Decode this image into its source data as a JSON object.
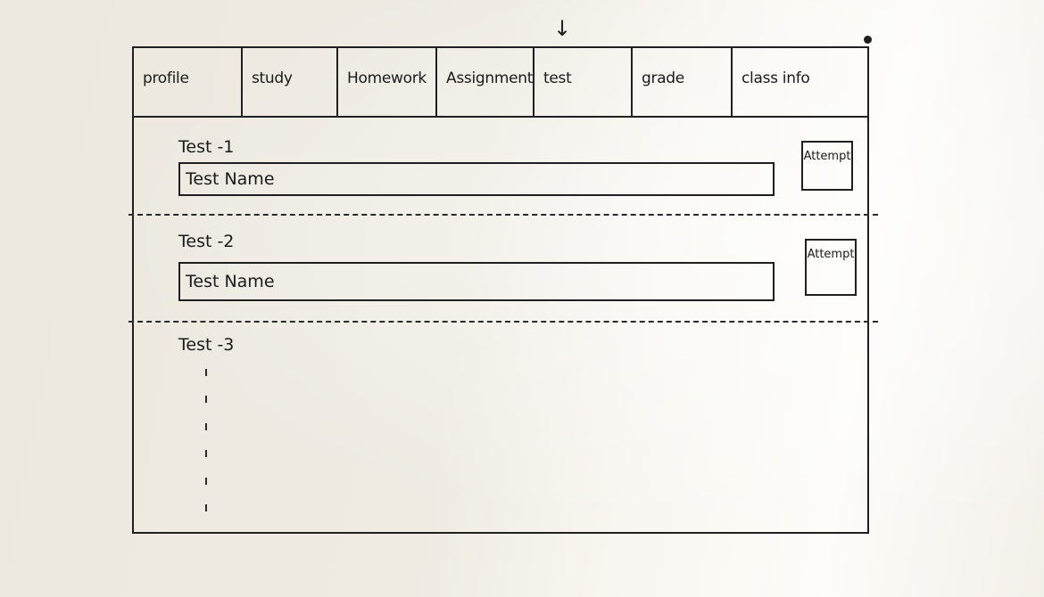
{
  "nav": {
    "tabs": [
      {
        "label": "profile"
      },
      {
        "label": "study"
      },
      {
        "label": "Homework"
      },
      {
        "label": "Assignment"
      },
      {
        "label": "test"
      },
      {
        "label": "grade"
      },
      {
        "label": "class info"
      }
    ],
    "active_tab": "test",
    "active_indicator_icon": "down-arrow-icon"
  },
  "tests": [
    {
      "label": "Test -1",
      "name_value": "Test Name",
      "action_label": "Attempt"
    },
    {
      "label": "Test -2",
      "name_value": "Test Name",
      "action_label": "Attempt"
    },
    {
      "label": "Test -3"
    }
  ]
}
